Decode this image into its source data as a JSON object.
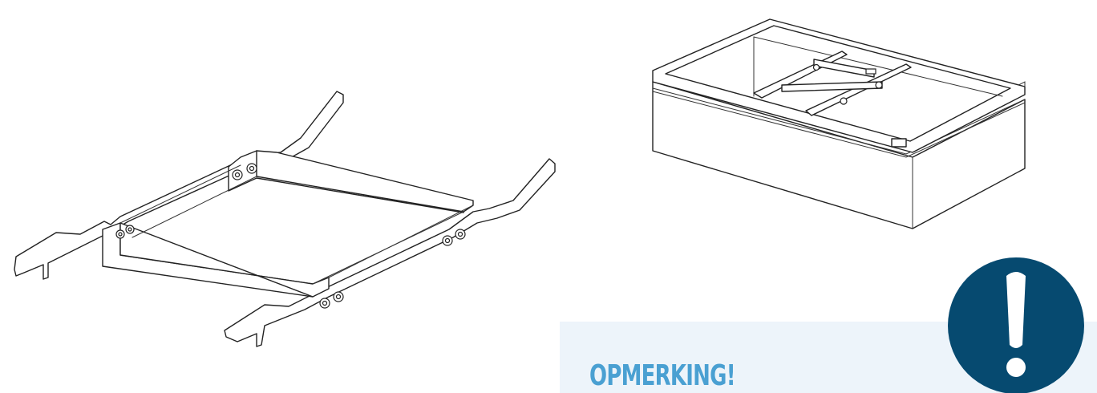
{
  "note": {
    "title": "OPMERKING!",
    "background_color": "#edf4fa",
    "title_color": "#4aa0d2"
  },
  "icons": {
    "warning": "exclamation-circle-icon",
    "warning_color": "#064a70"
  },
  "drawings": [
    "mounting-frame-drawing",
    "enclosure-box-drawing"
  ]
}
